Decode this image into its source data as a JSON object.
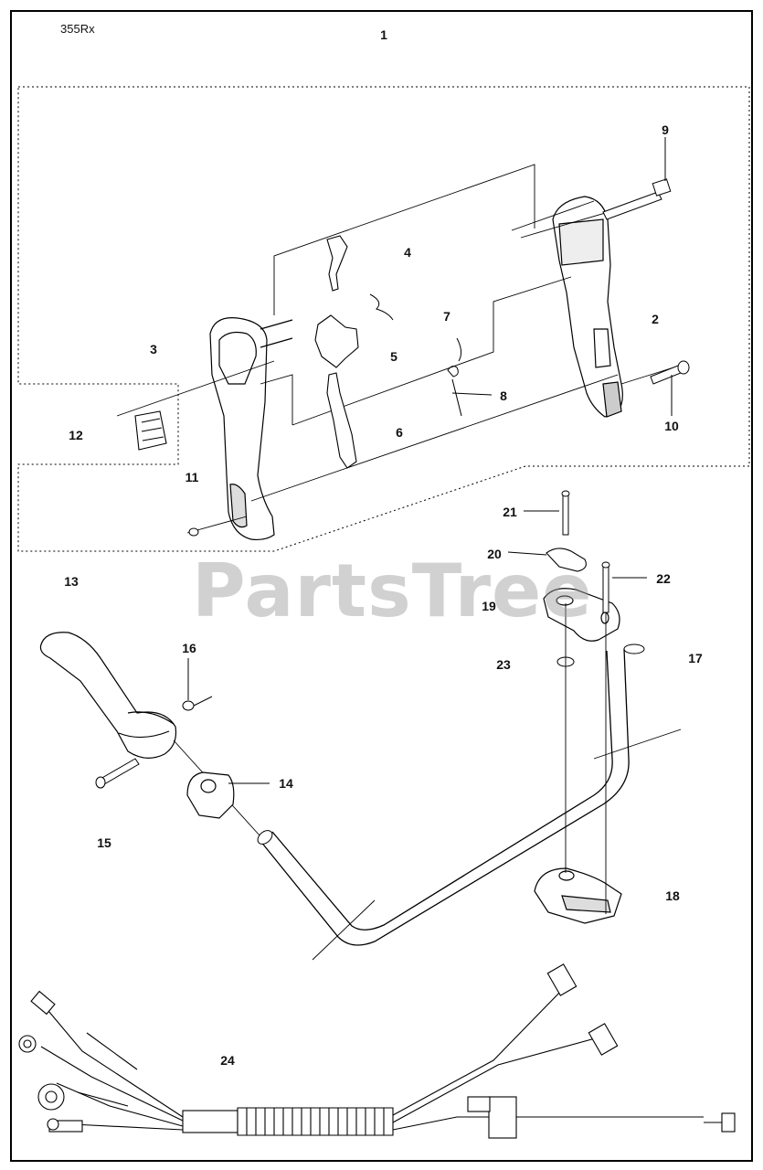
{
  "model": "355Rx",
  "watermark": "PartsTree",
  "callouts": [
    "1",
    "2",
    "3",
    "4",
    "5",
    "6",
    "7",
    "8",
    "9",
    "10",
    "11",
    "12",
    "13",
    "14",
    "15",
    "16",
    "17",
    "18",
    "19",
    "20",
    "21",
    "22",
    "23",
    "24"
  ],
  "parts": {
    "handle_assembly": "handle-assembly",
    "right_handle": "right-handle",
    "bar_handle": "bar-handle",
    "wiring_harness": "wiring-harness"
  }
}
